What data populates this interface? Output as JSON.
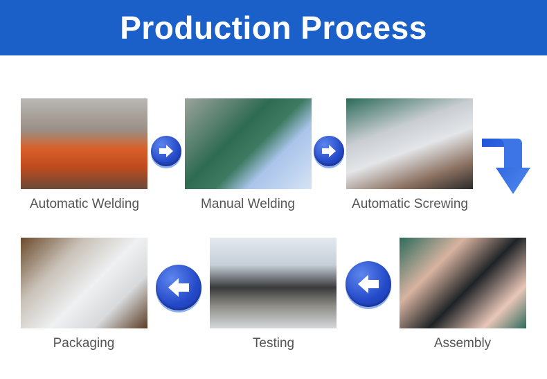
{
  "title": "Production Process",
  "steps": [
    {
      "label": "Automatic Welding"
    },
    {
      "label": "Manual Welding"
    },
    {
      "label": "Automatic Screwing"
    },
    {
      "label": "Assembly"
    },
    {
      "label": "Testing"
    },
    {
      "label": "Packaging"
    }
  ],
  "colors": {
    "header": "#1b60c8",
    "arrow": "#2449c8",
    "label": "#555555"
  }
}
